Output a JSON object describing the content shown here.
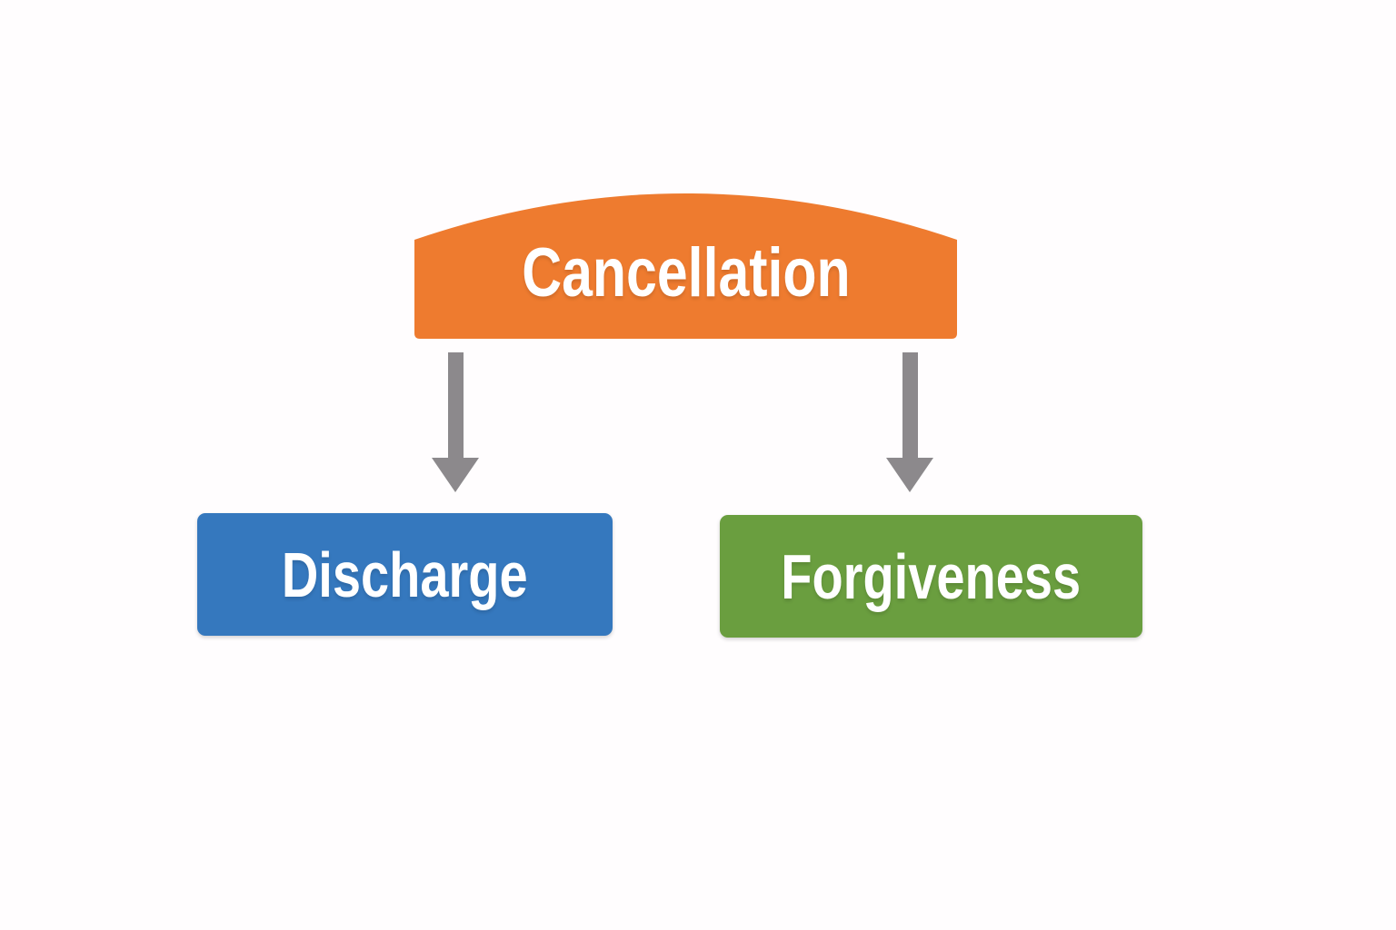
{
  "colors": {
    "background": "#FFFDFE",
    "root-box": "#EE7B2F",
    "left-box": "#3578BE",
    "right-box": "#6A9E3F",
    "arrow": "#8C898C",
    "label-text": "#FFFFFF"
  },
  "diagram": {
    "root": {
      "label": "Cancellation"
    },
    "children": [
      {
        "label": "Discharge"
      },
      {
        "label": "Forgiveness"
      }
    ]
  }
}
